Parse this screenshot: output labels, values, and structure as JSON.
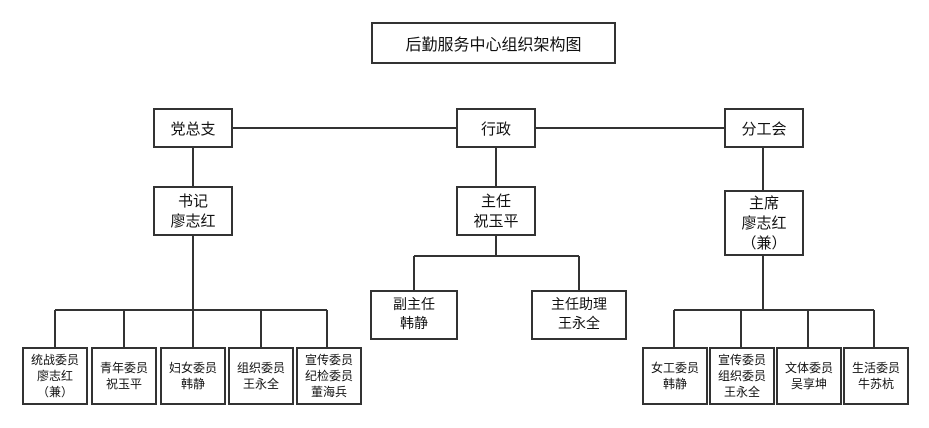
{
  "title": "后勤服务中心组织架构图",
  "party": {
    "name": "党总支",
    "head": [
      "书记",
      "廖志红"
    ],
    "members": [
      [
        "统战委员",
        "廖志红",
        "（兼）"
      ],
      [
        "青年委员",
        "祝玉平"
      ],
      [
        "妇女委员",
        "韩静"
      ],
      [
        "组织委员",
        "王永全"
      ],
      [
        "宣传委员",
        "纪检委员",
        "董海兵"
      ]
    ]
  },
  "admin": {
    "name": "行政",
    "head": [
      "主任",
      "祝玉平"
    ],
    "deputies": [
      [
        "副主任",
        "韩静"
      ],
      [
        "主任助理",
        "王永全"
      ]
    ]
  },
  "union": {
    "name": "分工会",
    "head": [
      "主席",
      "廖志红",
      "（兼）"
    ],
    "members": [
      [
        "女工委员",
        "韩静"
      ],
      [
        "宣传委员",
        "组织委员",
        "王永全"
      ],
      [
        "文体委员",
        "吴享坤"
      ],
      [
        "生活委员",
        "牛苏杭"
      ]
    ]
  }
}
